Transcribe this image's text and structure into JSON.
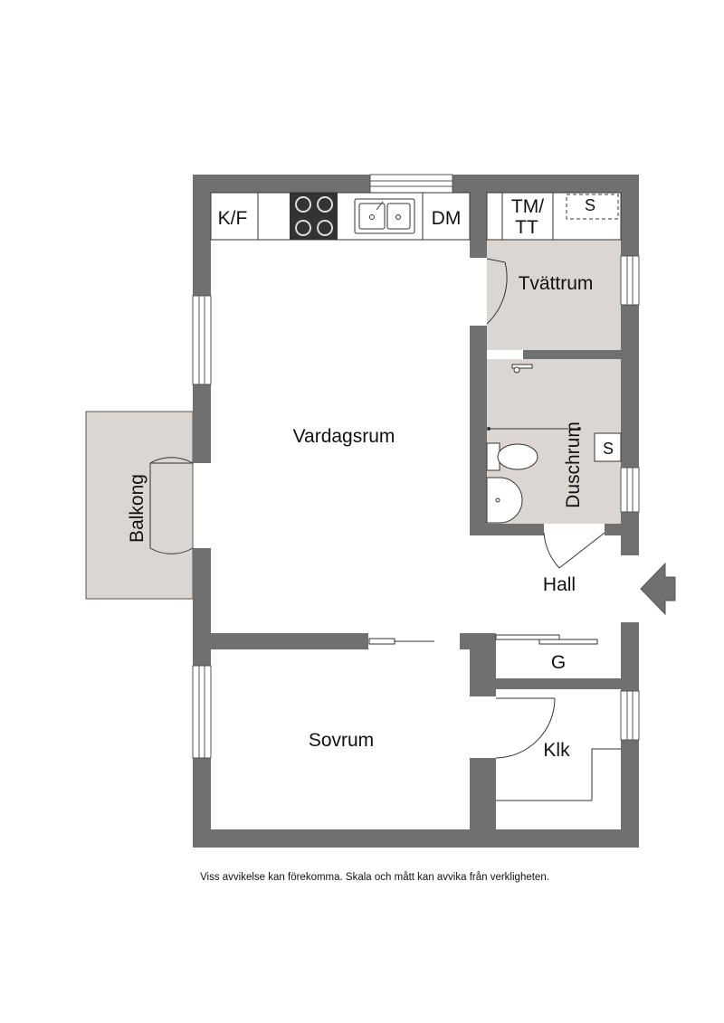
{
  "rooms": {
    "living": "Vardagsrum",
    "bedroom": "Sovrum",
    "laundry": "Tvättrum",
    "shower": "Duschrum",
    "hall": "Hall",
    "balcony": "Balkong",
    "closet": "Klk",
    "wardrobe": "G"
  },
  "fixtures": {
    "fridge": "K/F",
    "dishwasher": "DM",
    "washer_line1": "TM/",
    "washer_line2": "TT",
    "cabinet_laundry": "S",
    "cabinet_shower": "S"
  },
  "disclaimer": "Viss avvikelse kan förekomma. Skala och mått kan avvika från verkligheten.",
  "colors": {
    "wall": "#707070",
    "wet_floor": "#dcd6d2",
    "balcony": "#dcd6d2",
    "entrance_arrow": "#707070"
  },
  "icons": [
    "stove-icon",
    "sink-icon",
    "toilet-icon",
    "washbasin-icon",
    "entrance-arrow-icon",
    "door-swing-icon"
  ]
}
